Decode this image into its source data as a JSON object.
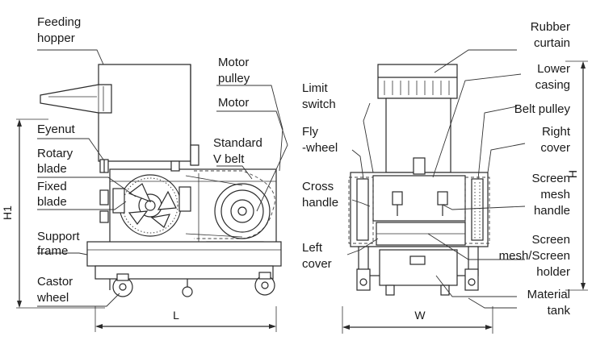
{
  "labels_left": {
    "feeding_hopper": [
      "Feeding",
      "hopper"
    ],
    "eyenut": [
      "Eyenut"
    ],
    "rotary_blade": [
      "Rotary",
      "blade"
    ],
    "fixed_blade": [
      "Fixed",
      "blade"
    ],
    "support_frame": [
      "Support",
      "frame"
    ],
    "castor_wheel": [
      "Castor",
      "wheel"
    ],
    "motor_pulley": [
      "Motor",
      "pulley"
    ],
    "motor": [
      "Motor"
    ],
    "standard_v_belt": [
      "Standard",
      "V belt"
    ]
  },
  "labels_right": {
    "limit_switch": [
      "Limit",
      "switch"
    ],
    "fly_wheel": [
      "Fly",
      "-wheel"
    ],
    "cross_handle": [
      "Cross",
      "handle"
    ],
    "left_cover": [
      "Left",
      "cover"
    ],
    "rubber_curtain": [
      "Rubber",
      "curtain"
    ],
    "lower_casing": [
      "Lower",
      "casing"
    ],
    "belt_pulley": [
      "Belt pulley"
    ],
    "right_cover": [
      "Right",
      "cover"
    ],
    "screen_mesh_handle": [
      "Screen",
      "mesh",
      "handle"
    ],
    "screen_holder": [
      "Screen",
      "mesh/Screen",
      "holder"
    ],
    "material_tank": [
      "Material",
      "tank"
    ]
  },
  "dimensions": {
    "h1": "H1",
    "l": "L",
    "w": "W",
    "h": "H"
  },
  "colors": {
    "line": "#2a2a2a",
    "text": "#1a1a1a",
    "background": "#ffffff"
  }
}
